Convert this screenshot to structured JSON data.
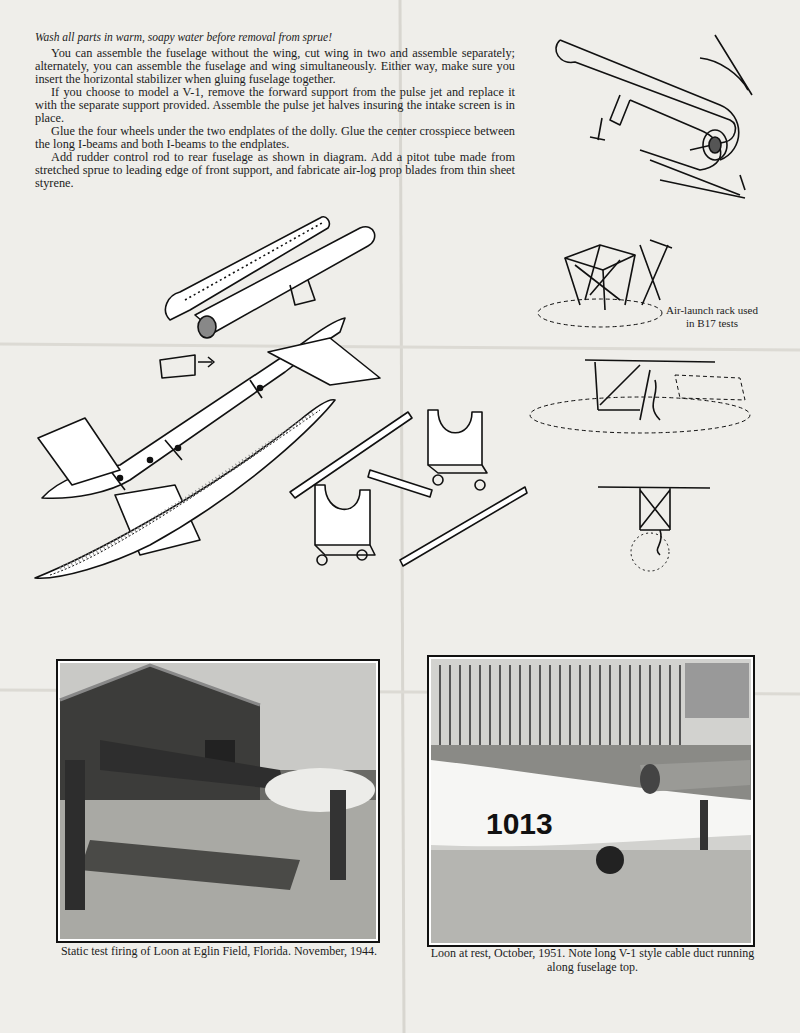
{
  "diagram": {
    "title": "Wash all parts in warm, soapy water before removal from sprue!",
    "labels": [
      "You can assemble the fuselage without the wing, cut wing in two and assemble separately; alternately, you can assemble the fuselage and wing simultaneously. Either way, make sure you insert the horizontal stabilizer when gluing fuselage together.",
      "If you choose to model a V-1, remove the forward support from the pulse jet and replace it with the separate support provided. Assemble the pulse jet halves insuring the intake screen is in place.",
      "Glue the four wheels under the two endplates of the dolly. Glue the center crosspiece between the long I-beams and both I-beams to the endplates.",
      "Add rudder control rod to rear fuselage as shown in diagram. Add a pitot tube made from stretched sprue to leading edge of front support, and fabricate air-log prop blades from thin sheet styrene.",
      "Air-launch rack used in B17 tests",
      "1013",
      "Static test firing of Loon at Eglin Field, Florida. November, 1944.",
      "Loon at rest, October, 1951. Note long V-1 style cable duct running along fuselage top."
    ]
  }
}
